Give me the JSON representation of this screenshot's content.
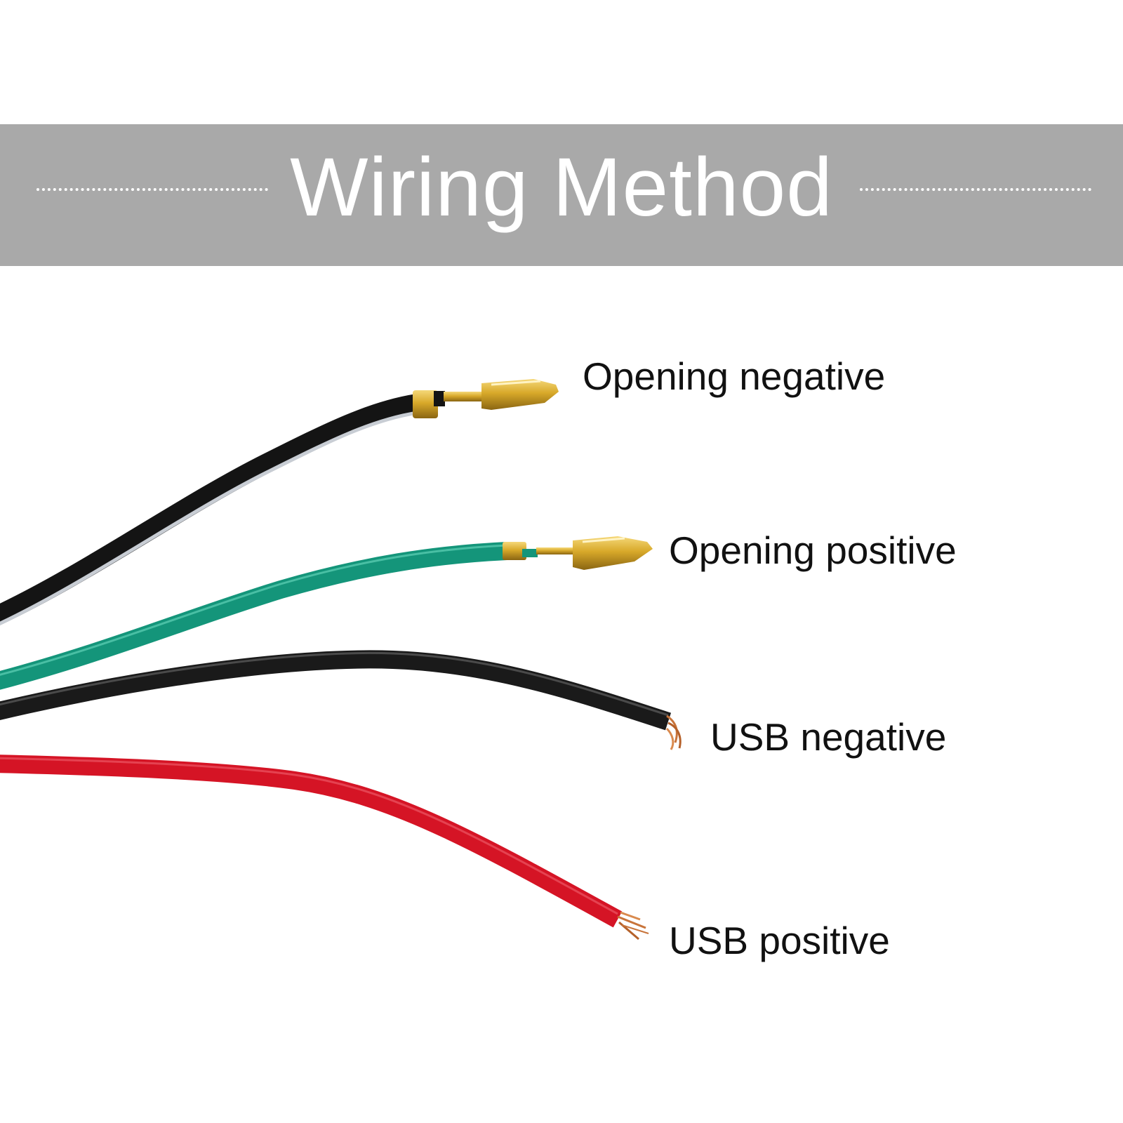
{
  "header": {
    "title": "Wiring Method"
  },
  "wires": [
    {
      "key": "opening_negative",
      "label": "Opening negative",
      "insulation_color": "#141414",
      "stripe_color": "#c8cdd4",
      "terminal": "bullet-connector"
    },
    {
      "key": "opening_positive",
      "label": "Opening positive",
      "insulation_color": "#14957a",
      "terminal": "bullet-connector"
    },
    {
      "key": "usb_negative",
      "label": "USB negative",
      "insulation_color": "#1a1a1a",
      "terminal": "stripped-copper"
    },
    {
      "key": "usb_positive",
      "label": "USB positive",
      "insulation_color": "#d51425",
      "terminal": "stripped-copper"
    }
  ],
  "colors": {
    "banner": "#a9a9a9",
    "title_text": "#ffffff",
    "brass": "#d8a92a",
    "copper": "#c8743a"
  }
}
